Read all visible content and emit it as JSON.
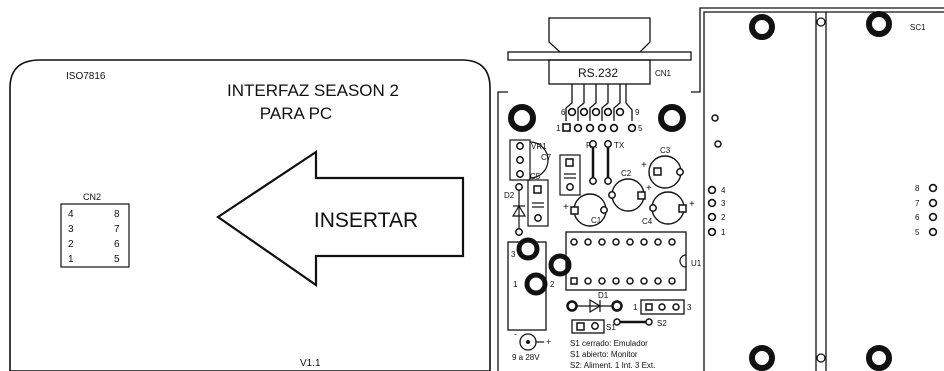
{
  "card": {
    "standard": "ISO7816",
    "title_line1": "INTERFAZ SEASON 2",
    "title_line2": "PARA PC",
    "arrow_text": "INSERTAR",
    "version": "V1.1",
    "connector": {
      "name": "CN2",
      "pins": [
        [
          "4",
          "8"
        ],
        [
          "3",
          "7"
        ],
        [
          "2",
          "6"
        ],
        [
          "1",
          "5"
        ]
      ]
    }
  },
  "board": {
    "rs232": {
      "label": "RS.232",
      "ref": "CN1",
      "pin_top_left": "6",
      "pin_top_right": "9",
      "pin_bottom_left": "1",
      "pin_bottom_right": "5"
    },
    "refs": {
      "vr1": "VR1",
      "c7": "C7",
      "c5": "C5",
      "d2": "D2",
      "rx": "RX",
      "tx": "TX",
      "c3": "C3",
      "c2": "C2",
      "c1": "C1",
      "c4": "C4",
      "u1": "U1",
      "d1": "D1",
      "s1": "S1",
      "s2": "S2",
      "sc1": "SC1"
    },
    "reg_pins": {
      "p1": "1",
      "p2": "2",
      "p3": "3"
    },
    "s2_pins": {
      "left": "1",
      "right": "3"
    },
    "power": {
      "range": "9 a 28V",
      "plus": "+",
      "minus": "-"
    },
    "notes": [
      "S1 cerrado: Emulador",
      "S1 abierto: Monitor",
      "S2: Aliment. 1 Int. 3 Ext."
    ],
    "polarity": "+"
  },
  "socket": {
    "left_pins": [
      "4",
      "3",
      "2",
      "1"
    ],
    "right_pins": [
      "8",
      "7",
      "6",
      "5"
    ]
  }
}
